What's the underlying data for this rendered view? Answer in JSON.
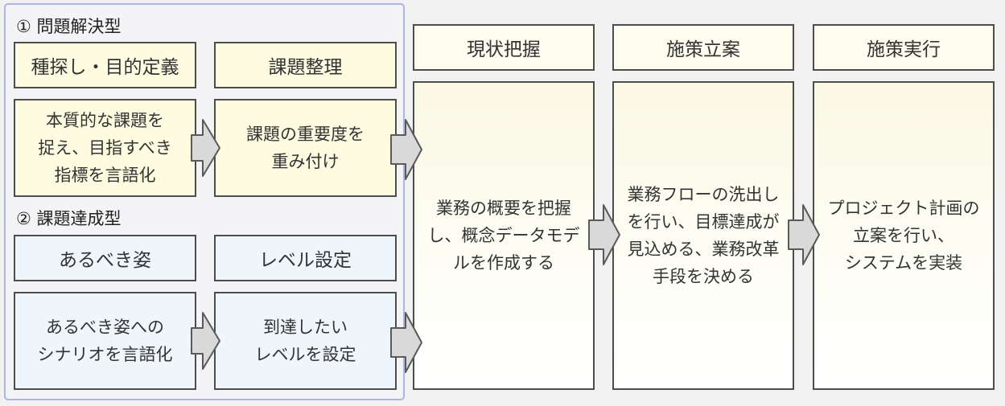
{
  "left_group": {
    "section1": {
      "title": "① 問題解決型",
      "step1": {
        "header": "種探し・目的定義",
        "body": "本質的な課題を\n捉え、目指すべき\n指標を言語化"
      },
      "step2": {
        "header": "課題整理",
        "body": "課題の重要度を\n重み付け"
      }
    },
    "section2": {
      "title": "② 課題達成型",
      "step1": {
        "header": "あるべき姿",
        "body": "あるべき姿への\nシナリオを言語化"
      },
      "step2": {
        "header": "レベル設定",
        "body": "到達したい\nレベルを設定"
      }
    }
  },
  "phases": [
    {
      "header": "現状把握",
      "body": "業務の概要を把握\nし、概念データモデ\nルを作成する"
    },
    {
      "header": "施策立案",
      "body": "業務フローの洗出し\nを行い、目標達成が\n見込める、業務改革\n手段を決める"
    },
    {
      "header": "施策実行",
      "body": "プロジェクト計画の\n立案を行い、\nシステムを実装"
    }
  ],
  "colors": {
    "group_border": "#aeb4e4",
    "section1_fill": "#fdfbe0",
    "section2_fill": "#eef5fb",
    "arrow_fill": "#d9d9d9",
    "box_border": "#4d4d4d"
  }
}
